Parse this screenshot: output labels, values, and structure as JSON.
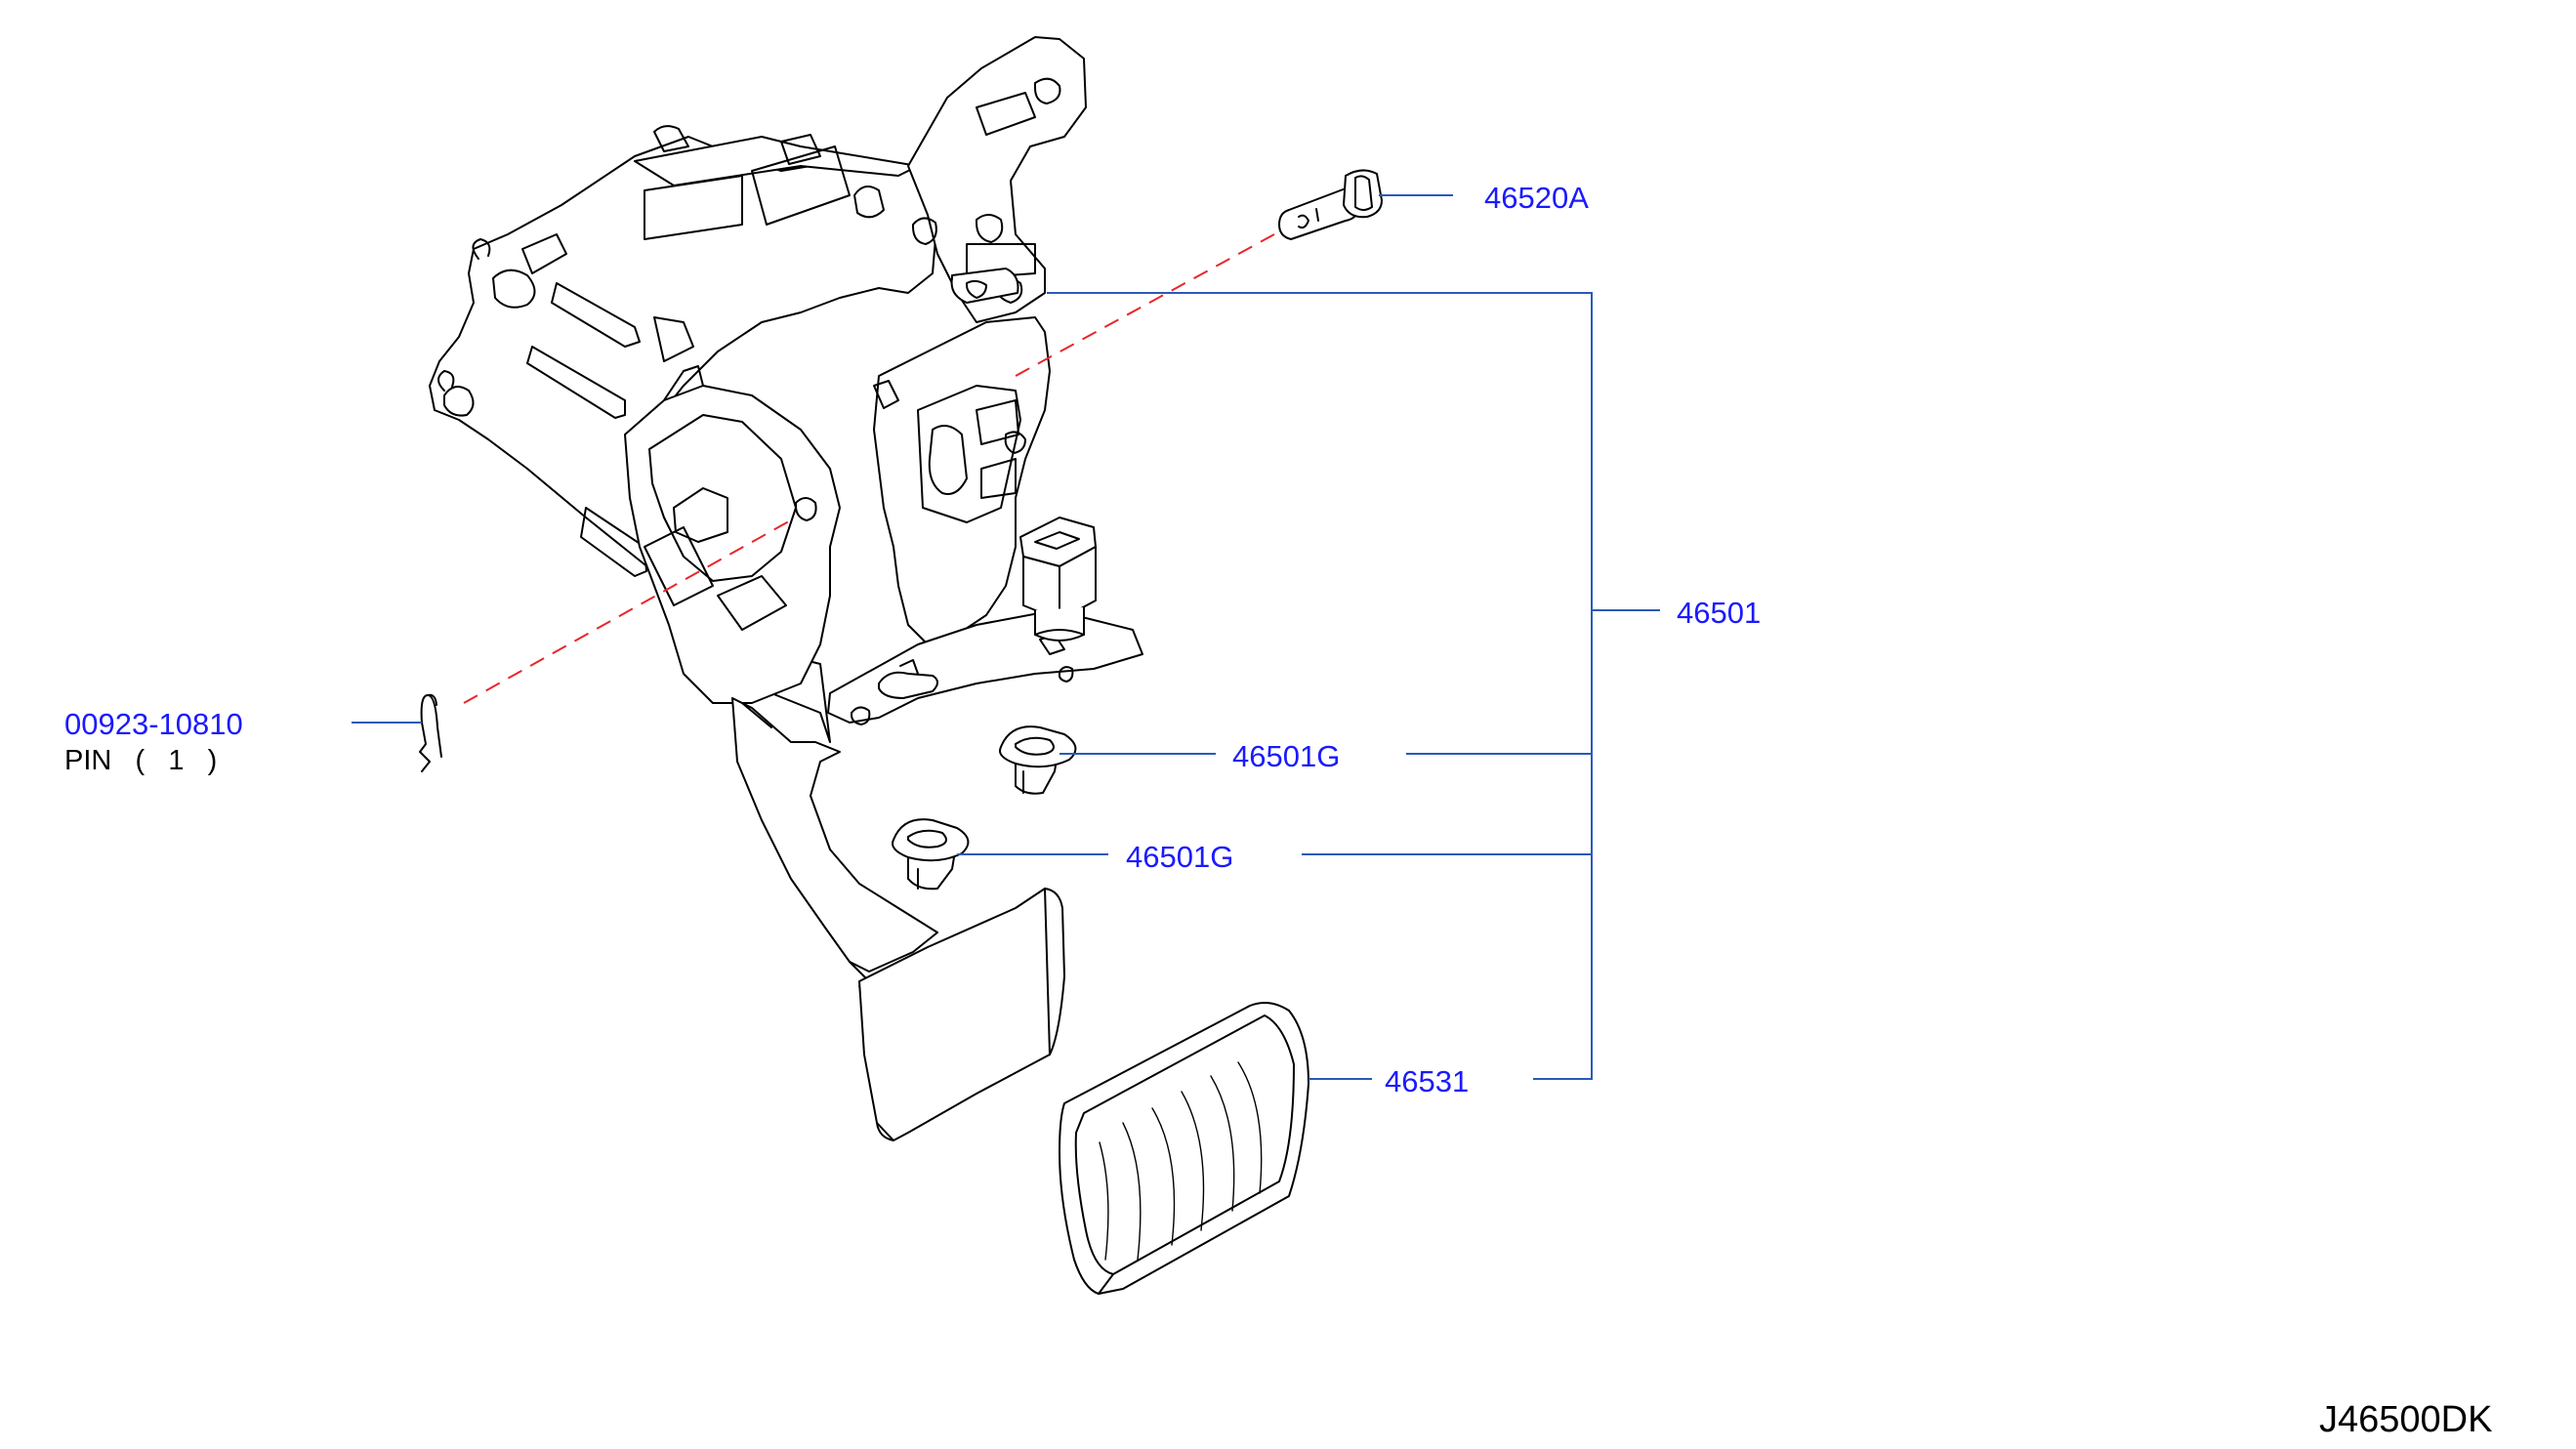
{
  "diagram": {
    "parts": {
      "bolt": {
        "number": "46520A"
      },
      "pedal_assembly": {
        "number": "46501"
      },
      "bushing_upper": {
        "number": "46501G"
      },
      "bushing_lower": {
        "number": "46501G"
      },
      "pedal_pad": {
        "number": "46531"
      },
      "pin": {
        "number": "00923-10810",
        "description": "PIN   (   1   )"
      }
    },
    "diagram_code": "J46500DK",
    "colors": {
      "label": "#1a1aff",
      "leader_line": "#2a5ab8",
      "center_line": "#e8262b",
      "line_art": "#000000"
    }
  }
}
